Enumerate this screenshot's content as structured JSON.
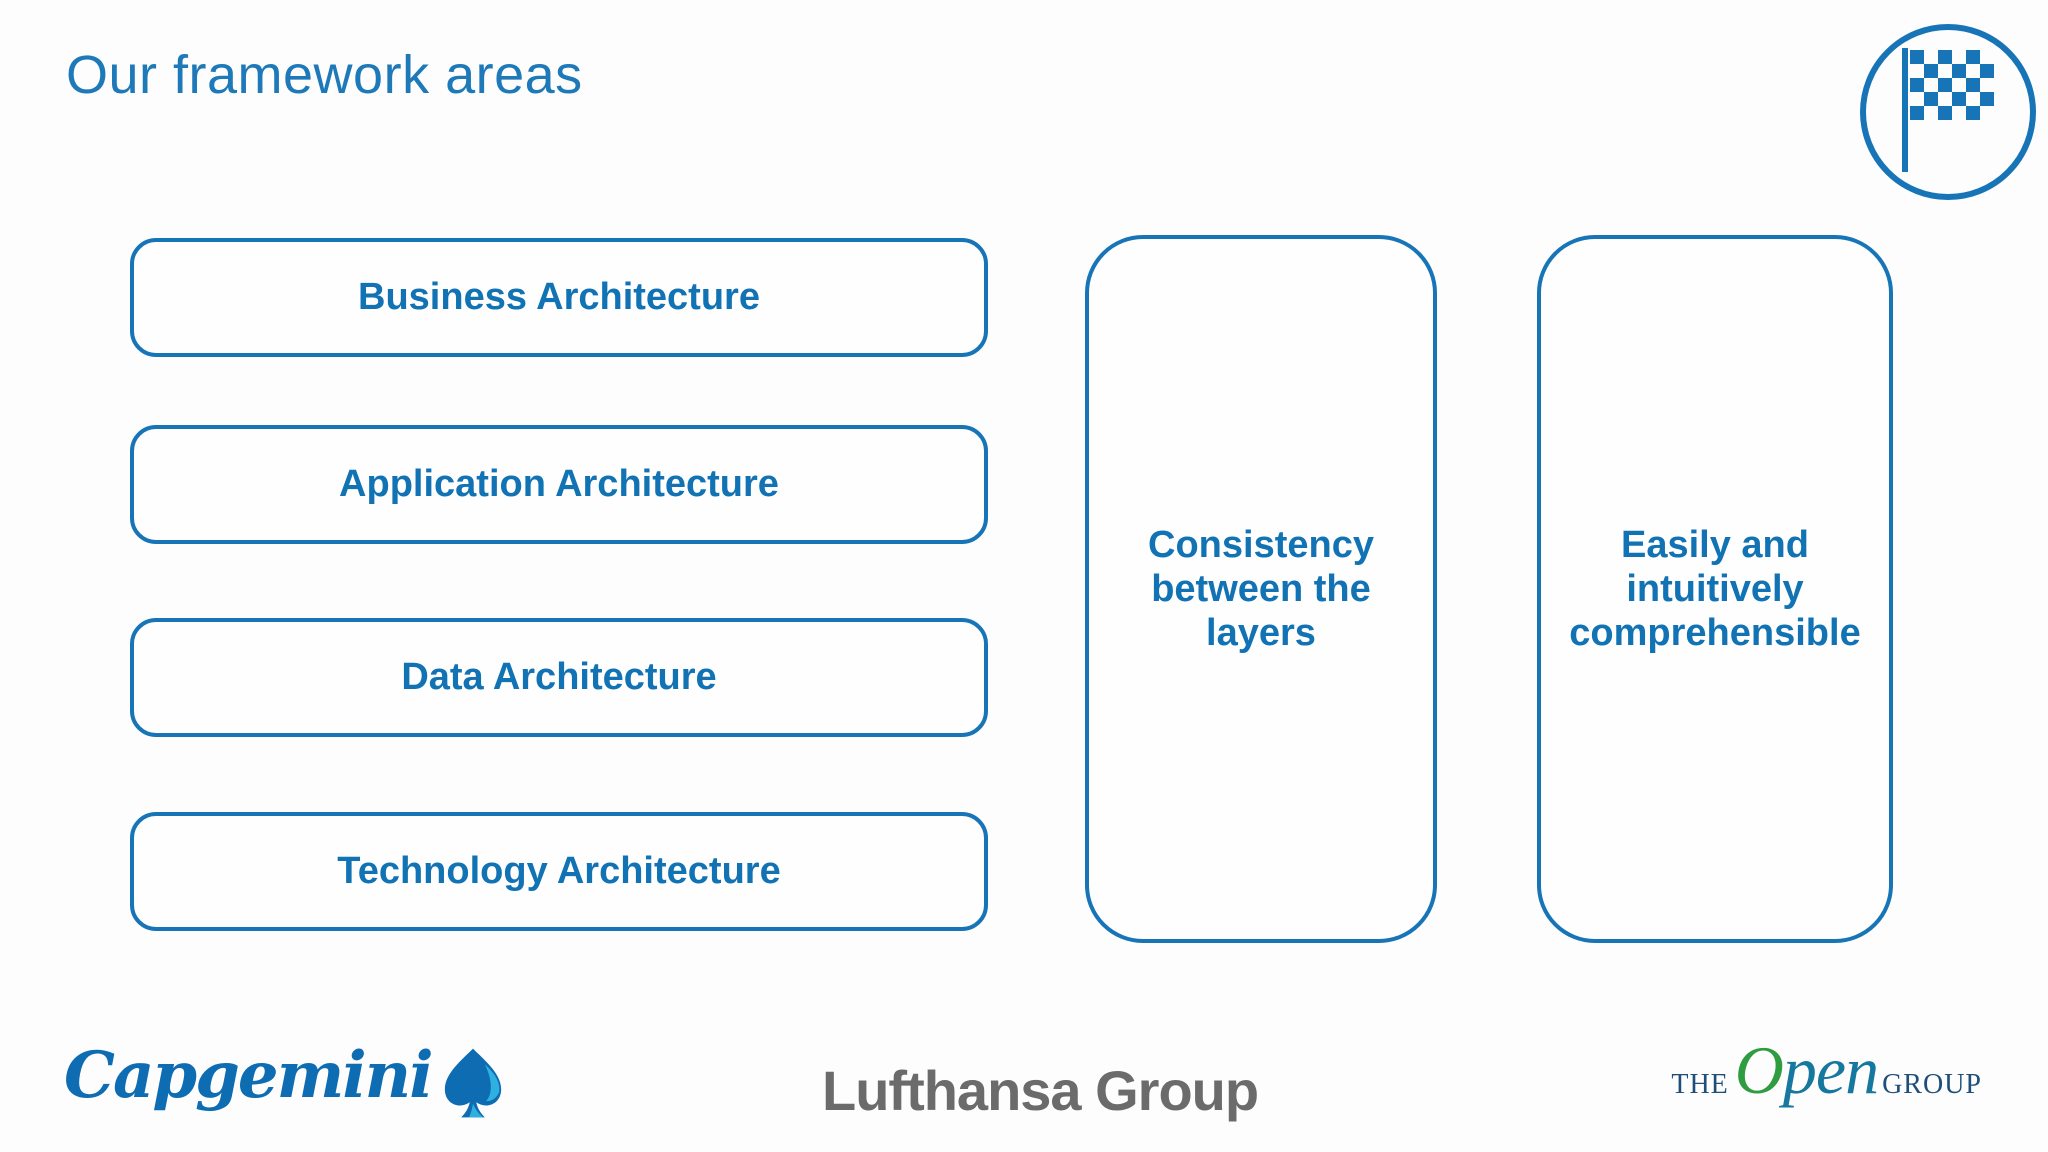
{
  "slide": {
    "title": "Our framework areas"
  },
  "framework_layers": [
    {
      "label": "Business Architecture"
    },
    {
      "label": "Application Architecture"
    },
    {
      "label": "Data Architecture"
    },
    {
      "label": "Technology Architecture"
    }
  ],
  "qualities": [
    {
      "label": "Consistency between the layers"
    },
    {
      "label": "Easily and intuitively comprehensible"
    }
  ],
  "icons": {
    "flag": "checkered-flag-icon"
  },
  "footer": {
    "capgemini": "Capgemini",
    "lufthansa": "Lufthansa Group",
    "open_group": {
      "the": "THE",
      "o": "O",
      "pen": "pen",
      "group": "GROUP"
    }
  },
  "colors": {
    "accent": "#1775b7",
    "text-blue": "#1172b4",
    "title-blue": "#1e79b9",
    "capgemini-blue": "#0d6cb2",
    "capgemini-light": "#2fb0e0",
    "lufthansa-gray": "#6b6b6b",
    "open-navy": "#1e4e79",
    "open-teal": "#17789f",
    "open-green": "#2f9c3f"
  }
}
